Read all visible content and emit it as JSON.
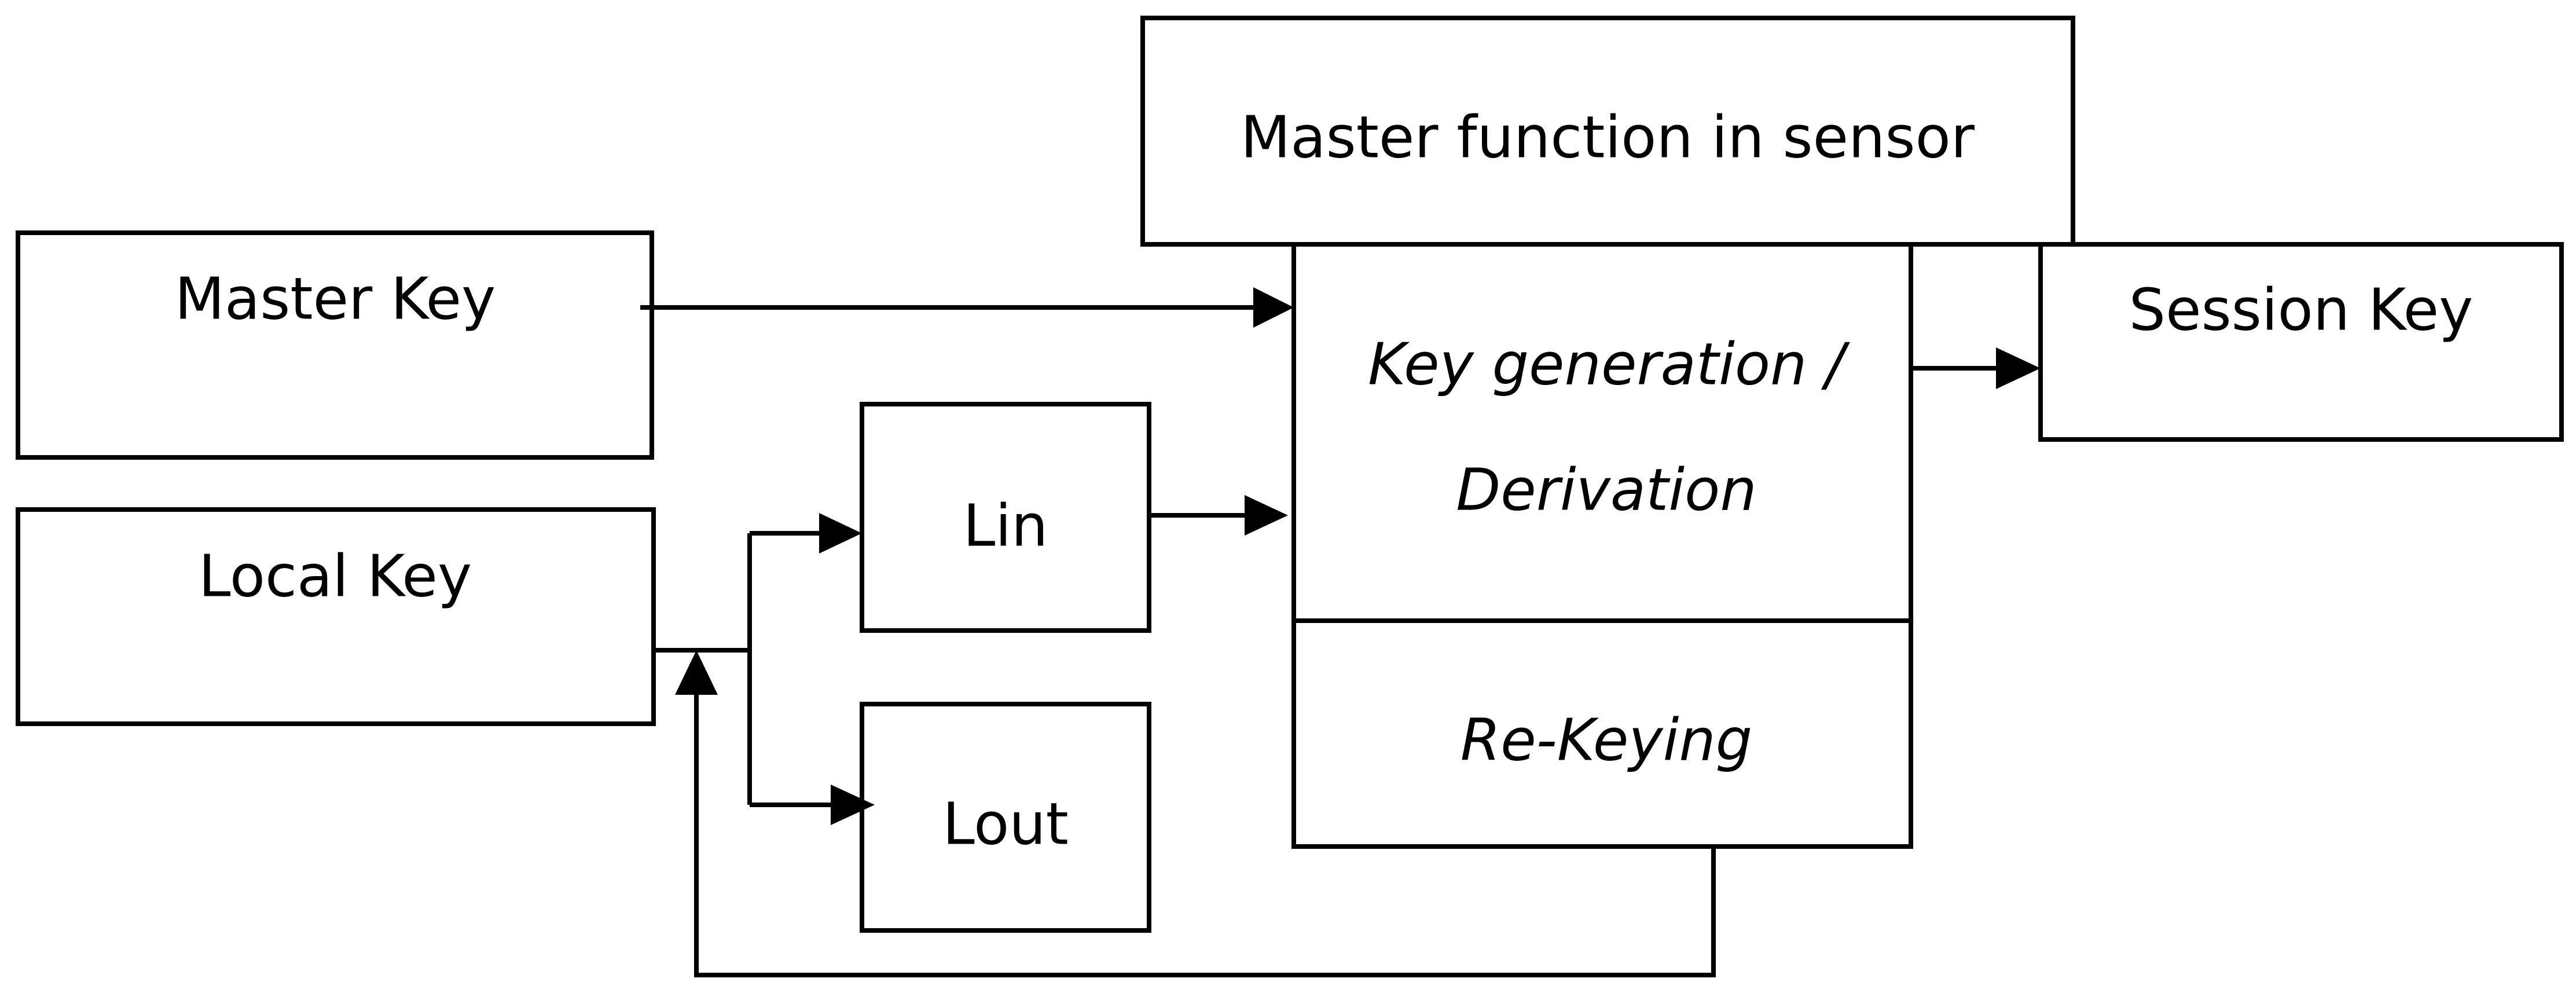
{
  "boxes": {
    "master_function": "Master function in sensor",
    "master_key": "Master Key",
    "local_key": "Local Key",
    "lin": "Lin",
    "lout": "Lout",
    "key_generation_line1": "Key generation /",
    "key_generation_line2": "Derivation",
    "re_keying": "Re-Keying",
    "session_key": "Session Key"
  }
}
